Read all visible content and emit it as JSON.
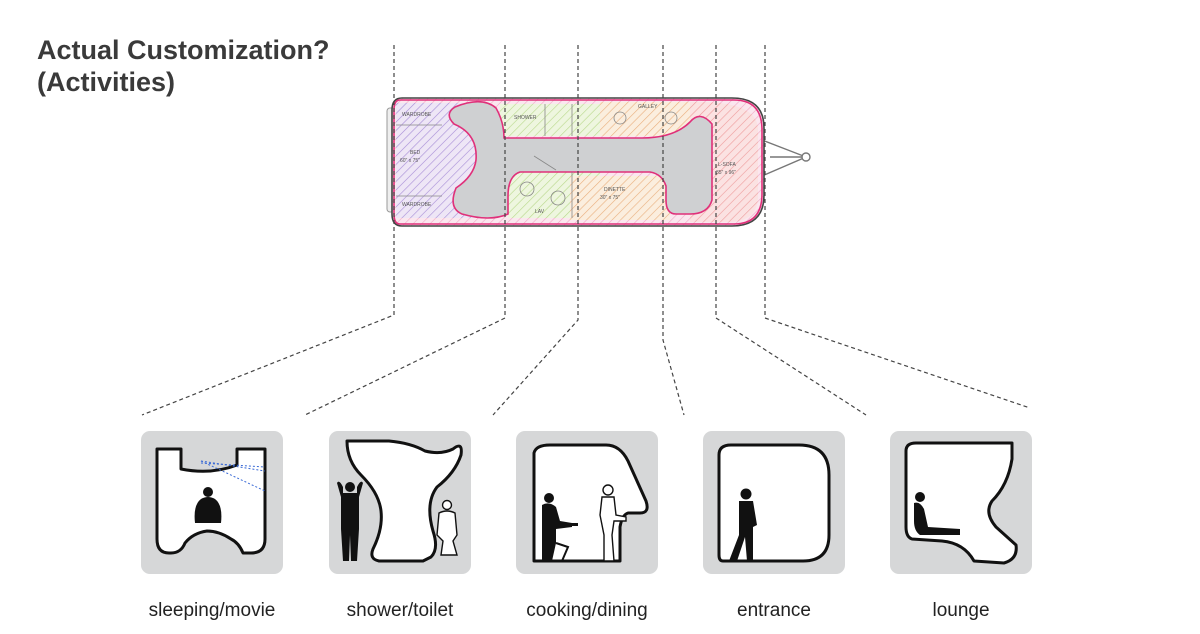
{
  "title": {
    "line1": "Actual Customization?",
    "line2": "(Activities)"
  },
  "floorplan_labels": {
    "wardrobe_top": "WARDROBE",
    "wardrobe_bottom": "WARDROBE",
    "bed": "BED",
    "bed_size": "60\" x 75\"",
    "shower": "SHOWER",
    "lavatory": "LAV",
    "galley": "GALLEY",
    "dinette": "DINETTE",
    "dinette_size": "30\" x 75\"",
    "sofa": "L-SOFA",
    "sofa_size": "35\" x 96\""
  },
  "activities": [
    {
      "label": "sleeping/movie",
      "icon": "sleeping-movie-icon"
    },
    {
      "label": "shower/toilet",
      "icon": "shower-toilet-icon"
    },
    {
      "label": "cooking/dining",
      "icon": "cooking-dining-icon"
    },
    {
      "label": "entrance",
      "icon": "entrance-icon"
    },
    {
      "label": "lounge",
      "icon": "lounge-icon"
    }
  ],
  "colors": {
    "zone_sleep": "#8a66c8",
    "zone_wet": "#9ccc4a",
    "zone_kitchen": "#e8a050",
    "zone_lounge": "#e85a5a",
    "outline": "#e0307a",
    "tile": "#d6d7d8"
  }
}
